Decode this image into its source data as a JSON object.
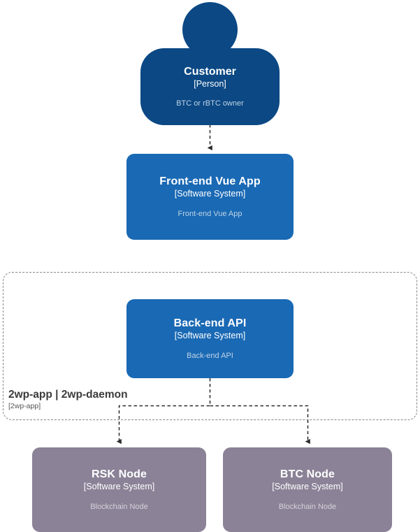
{
  "diagram": {
    "background": "#ffffff",
    "colors": {
      "person_fill": "#0B4884",
      "system_fill": "#1A69B4",
      "external_fill": "#8B8297",
      "description_text": "#BFD3E6",
      "external_description_text": "#D6D2DB",
      "boundary_stroke": "#82868c",
      "connector_stroke": "#2a2a2a",
      "title_text": "#ffffff",
      "boundary_title_text": "#3b3b3b"
    },
    "nodes": [
      {
        "id": "customer",
        "shape": "person",
        "title": "Customer",
        "type": "[Person]",
        "description": "BTC or rBTC owner"
      },
      {
        "id": "frontend",
        "shape": "box",
        "title": "Front-end Vue App",
        "type": "[Software System]",
        "description": "Front-end Vue App"
      },
      {
        "id": "backend",
        "shape": "box",
        "title": "Back-end API",
        "type": "[Software System]",
        "description": "Back-end API"
      },
      {
        "id": "rsk-node",
        "shape": "box",
        "title": "RSK Node",
        "type": "[Software System]",
        "description": "Blockchain Node"
      },
      {
        "id": "btc-node",
        "shape": "box",
        "title": "BTC Node",
        "type": "[Software System]",
        "description": "Blockchain Node"
      }
    ],
    "boundary": {
      "title": "2wp-app | 2wp-daemon",
      "type": "[2wp-app]"
    },
    "connectors": [
      {
        "id": "customer-to-frontend",
        "from": "customer",
        "to": "frontend",
        "style": "dashed",
        "arrow": "filled-triangle"
      },
      {
        "id": "backend-to-rsk-node",
        "from": "backend",
        "to": "rsk-node",
        "style": "dashed",
        "arrow": "filled-triangle"
      },
      {
        "id": "backend-to-btc-node",
        "from": "backend",
        "to": "btc-node",
        "style": "dashed",
        "arrow": "filled-triangle"
      }
    ]
  }
}
